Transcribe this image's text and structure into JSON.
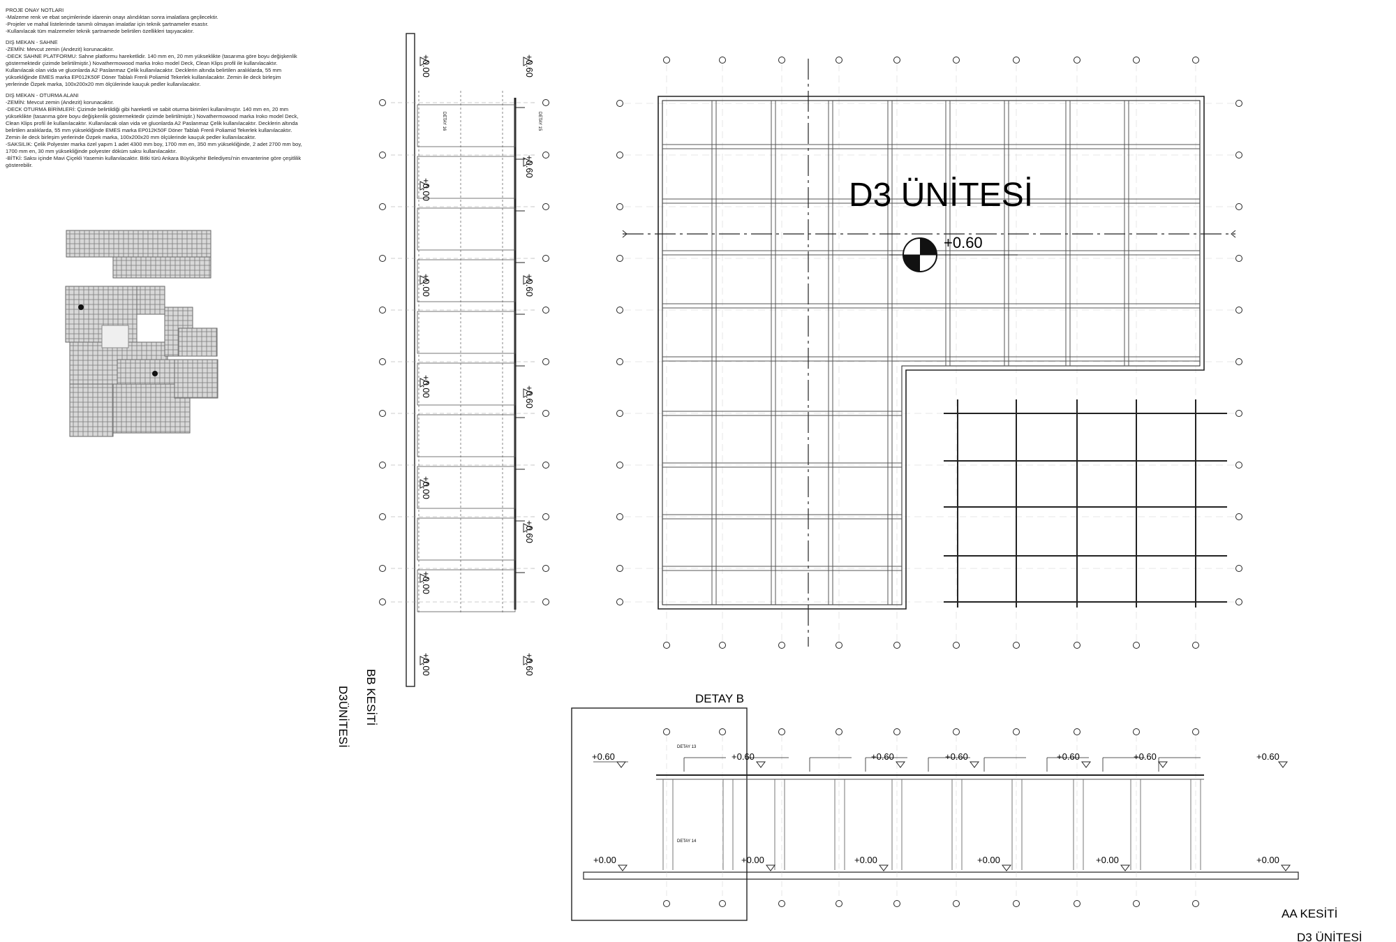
{
  "notes": {
    "heading": "PROJE ONAY NOTLARI",
    "general": [
      "-Malzeme renk ve ebat seçimlerinde idarenin onayı alındıktan sonra imalatlara geçilecektir.",
      "-Projeler ve mahal listelerinde tanımlı olmayan imalatlar için teknik şartnameler esastır.",
      "-Kullanılacak tüm malzemeler teknik şartnamede belirtilen özellikleri taşıyacaktır."
    ],
    "stage_heading": "DIŞ MEKAN - SAHNE",
    "stage": [
      "-ZEMİN: Mevcut zemin (Andezit) korunacaktır.",
      "-DECK SAHNE PLATFORMU: Sahne platformu hareketlidir. 140 mm en, 20 mm yükseklikte (tasarıma göre boyu değişkenlik göstermektedir çizimde belirtilmiştir.) Novathermowood marka Iroko model Deck, Clean Klips profil ile kullanılacaktır. Kullanılacak olan vida ve gluonlarda A2 Paslanmaz Çelik kullanılacaktır. Decklerin altında belirtilen aralıklarda, 55 mm yüksekliğinde EMES marka EP012K50F Döner Tablalı Frenli Poliamid Tekerlek kullanılacaktır. Zemin ile deck birleşim yerlerinde Özpek marka, 100x200x20 mm ölçülerinde kauçuk pedler kullanılacaktır."
    ],
    "seating_heading": "DIŞ MEKAN - OTURMA ALANI",
    "seating": [
      "-ZEMİN: Mevcut zemin (Andezit) korunacaktır.",
      "-DECK OTURMA BİRİMLERİ: Çizimde belirtildiği gibi hareketli ve sabit oturma birimleri kullanılmıştır. 140 mm en, 20 mm yükseklikte (tasarıma göre boyu değişkenlik göstermektedir çizimde belirtilmiştir.) Novathermowood marka Iroko model Deck, Clean Klips profil ile kullanılacaktır. Kullanılacak olan vida ve gluonlarda A2 Paslanmaz Çelik kullanılacaktır. Decklerin altında belirtilen aralıklarda, 55 mm yüksekliğinde EMES marka EP012K50F Döner Tablalı Frenli Poliamid Tekerlek kullanılacaktır. Zemin ile deck birleşim yerlerinde Özpek marka, 100x200x20 mm ölçülerinde kauçuk pedler kullanılacaktır.",
      "-SAKSILIK: Çelik Polyester marka özel yapım 1 adet 4300 mm boy, 1700 mm en, 350 mm yüksekliğinde, 2 adet 2700 mm boy, 1700 mm en, 30 mm yüksekliğinde polyester döküm saksı kullanılacaktır.",
      "-BİTKİ: Saksı içinde Mavi Çiçekli Yasemin kullanılacaktır. Bitki türü Ankara Büyükşehir Belediyesi'nin envanterine göre çeşitlilik gösterebilir."
    ]
  },
  "plan": {
    "unit_title": "D3 ÜNİTESİ",
    "level": "+0.60"
  },
  "section_bb": {
    "title": "BB KESİTİ",
    "subtitle": "D3ÜNİTESİ",
    "level_low": "+0.00",
    "level_high": "+0.60",
    "detail_top": "DETAY 16",
    "detail_bottom": "DETAY 15"
  },
  "section_aa": {
    "title": "AA KESİTİ",
    "subtitle": "D3 ÜNİTESİ",
    "level_low": "+0.00",
    "level_high": "+0.60",
    "detail_top": "DETAY 13",
    "detail_bottom": "DETAY 14"
  },
  "detail_b": {
    "label": "DETAY B"
  },
  "colors": {
    "line": "#222222",
    "hatch": "#555555",
    "light": "#9a9a9a"
  }
}
